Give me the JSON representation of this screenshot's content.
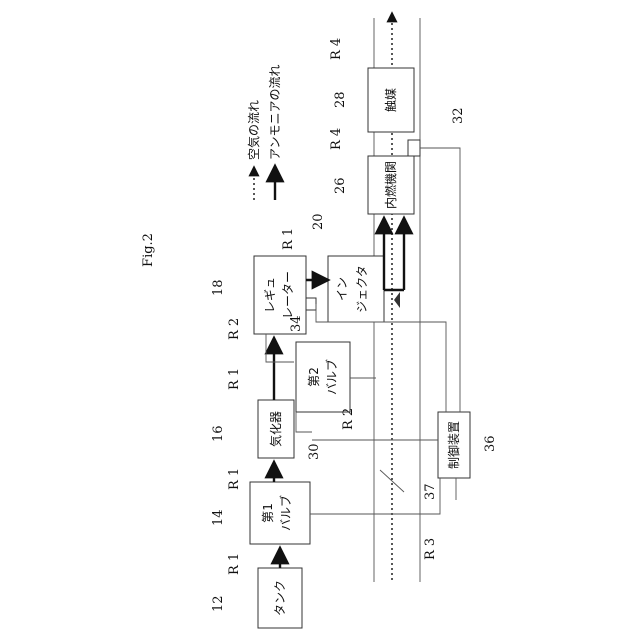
{
  "figure": {
    "title": "Fig.2"
  },
  "legend": {
    "air": "空気の流れ",
    "ammonia": "アンモニアの流れ"
  },
  "blocks": {
    "tank": "タンク",
    "first_valve_a": "第1",
    "first_valve_b": "バルブ",
    "vaporizer": "気化器",
    "regulator_a": "レギュ",
    "regulator_b": "レーター",
    "second_valve_a": "第2",
    "second_valve_b": "バルブ",
    "injector_a": "イン",
    "injector_b": "ジェクタ",
    "engine": "内燃機関",
    "catalyst": "触媒",
    "controller": "制御装置"
  },
  "refs": {
    "tank": "12",
    "first_valve": "14",
    "vaporizer": "16",
    "regulator": "18",
    "injector": "20",
    "engine": "26",
    "catalyst": "28",
    "second_valve": "30",
    "sensor": "32",
    "pressure_sensor": "34",
    "controller": "36",
    "throttle": "37"
  },
  "routes": {
    "r1": "R 1",
    "r2": "R 2",
    "r3": "R 3",
    "r4": "R 4"
  }
}
